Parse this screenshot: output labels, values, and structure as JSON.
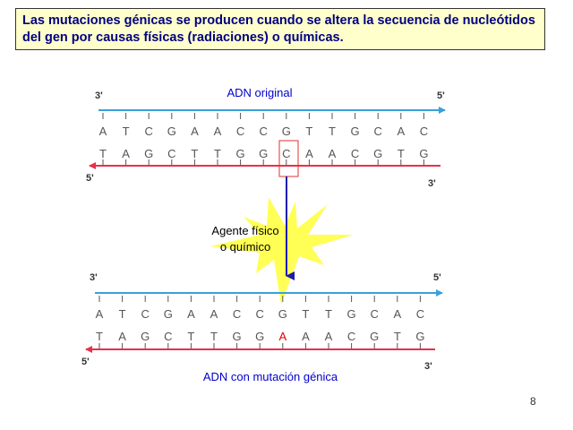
{
  "header": {
    "text": "Las mutaciones génicas se producen cuando se altera la secuencia de nucleótidos del gen por causas físicas (radiaciones) o químicas."
  },
  "colors": {
    "header_bg": "#ffffcc",
    "header_text": "#000080",
    "strand_top": "#3aa0d8",
    "strand_bottom": "#e8304a",
    "caption": "#0000cc",
    "mutation": "#dd0000",
    "highlight_box": "#e23030",
    "burst": "#ffff55",
    "arrow": "#1a1ab0"
  },
  "diagram": {
    "original": {
      "title": "ADN original",
      "top_left_label": "3'",
      "top_right_label": "5'",
      "bottom_left_label": "5'",
      "bottom_right_label": "3'",
      "top_sequence": [
        "A",
        "T",
        "C",
        "G",
        "A",
        "A",
        "C",
        "C",
        "G",
        "T",
        "T",
        "G",
        "C",
        "A",
        "C"
      ],
      "bottom_sequence": [
        "T",
        "A",
        "G",
        "C",
        "T",
        "T",
        "G",
        "G",
        "C",
        "A",
        "A",
        "C",
        "G",
        "T",
        "G"
      ],
      "highlighted_index": 8
    },
    "agent": {
      "line1": "Agente físico",
      "line2": "o químico"
    },
    "mutated": {
      "title": "ADN con mutación génica",
      "top_left_label": "3'",
      "top_right_label": "5'",
      "bottom_left_label": "5'",
      "bottom_right_label": "3'",
      "top_sequence": [
        "A",
        "T",
        "C",
        "G",
        "A",
        "A",
        "C",
        "C",
        "G",
        "T",
        "T",
        "G",
        "C",
        "A",
        "C"
      ],
      "bottom_sequence": [
        "T",
        "A",
        "G",
        "C",
        "T",
        "T",
        "G",
        "G",
        "A",
        "A",
        "A",
        "C",
        "G",
        "T",
        "G"
      ],
      "mutated_index": 8
    }
  },
  "page_number": "8"
}
